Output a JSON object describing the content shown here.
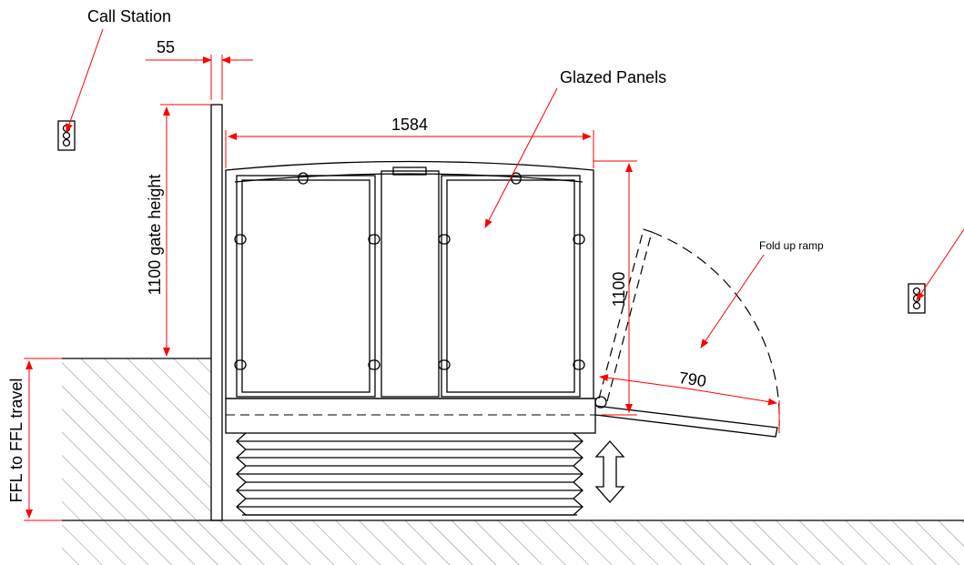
{
  "labels": {
    "call_station": "Call Station",
    "gap": "55",
    "gate_height": "1100 gate height",
    "width": "1584",
    "glazed_panels": "Glazed Panels",
    "panel_height": "1100",
    "fold_up_ramp": "Fold up ramp",
    "ramp_length": "790",
    "travel": "FFL to FFL travel"
  },
  "colors": {
    "dimension": "#ff0000",
    "drawing": "#000000"
  }
}
